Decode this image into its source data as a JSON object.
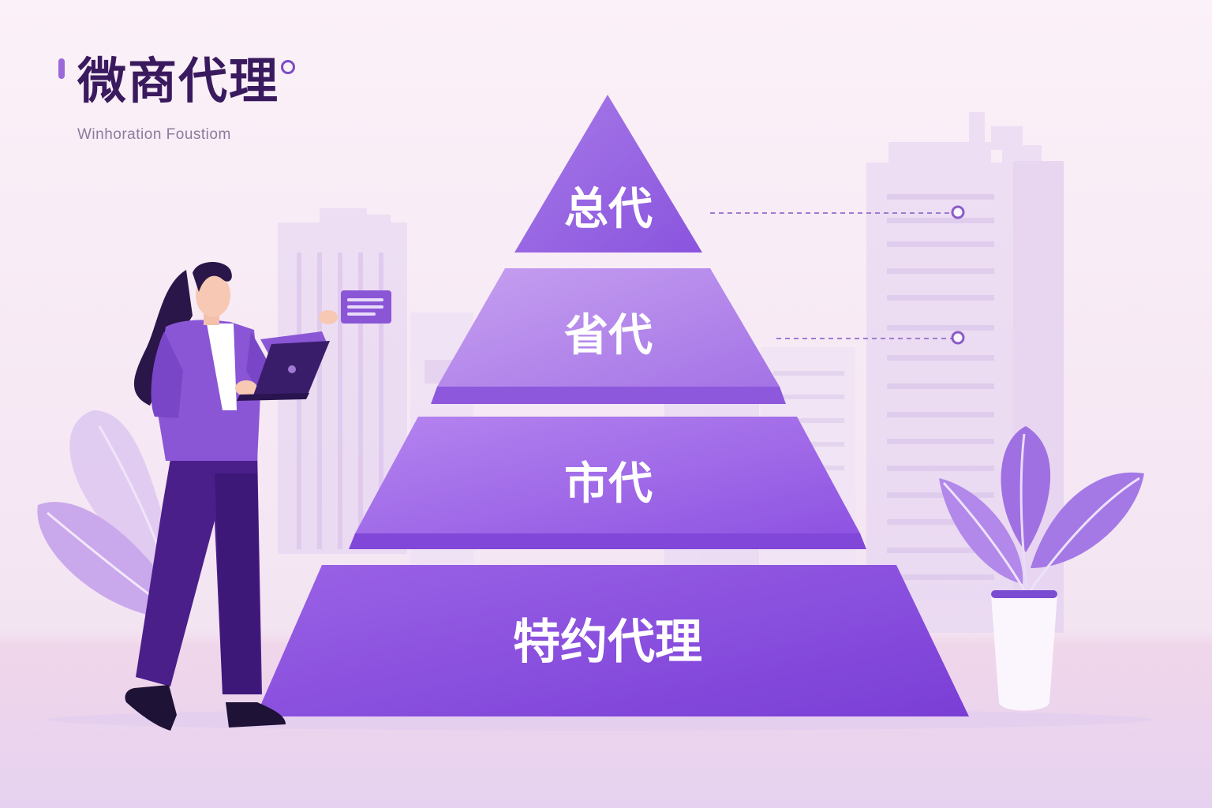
{
  "brand": {
    "title": "微商代理",
    "subtitle": "Winhoration Foustiom"
  },
  "pyramid": {
    "levels": [
      {
        "label": "总代"
      },
      {
        "label": "省代"
      },
      {
        "label": "市代"
      },
      {
        "label": "特约代理"
      }
    ]
  },
  "colors": {
    "background": "#f6e9f3",
    "accent": "#8a4fe0",
    "accent_dark": "#4a1f8a",
    "text_dark": "#3a1a5e"
  },
  "icons": [
    "laptop-icon",
    "card-icon",
    "plant-icon",
    "building-icon",
    "connector-dot-icon"
  ]
}
